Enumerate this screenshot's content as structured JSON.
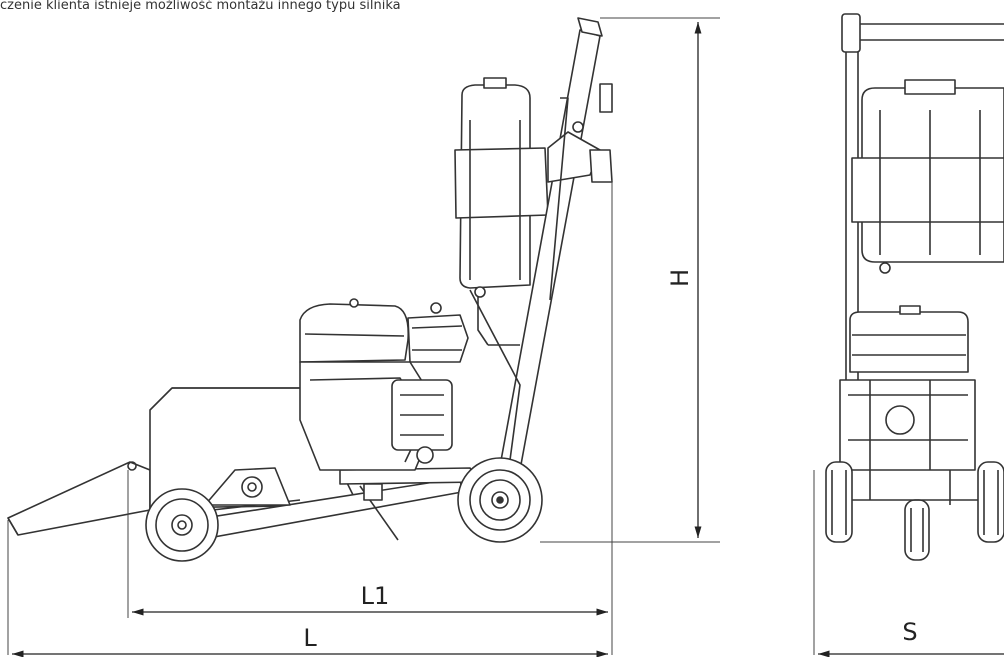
{
  "caption": "czenie klienta istnieje możliwość montażu innego typu silnika",
  "dimensions": {
    "height_label": "H",
    "length_total_label": "L",
    "length_inner_label": "L1",
    "width_label": "S"
  }
}
